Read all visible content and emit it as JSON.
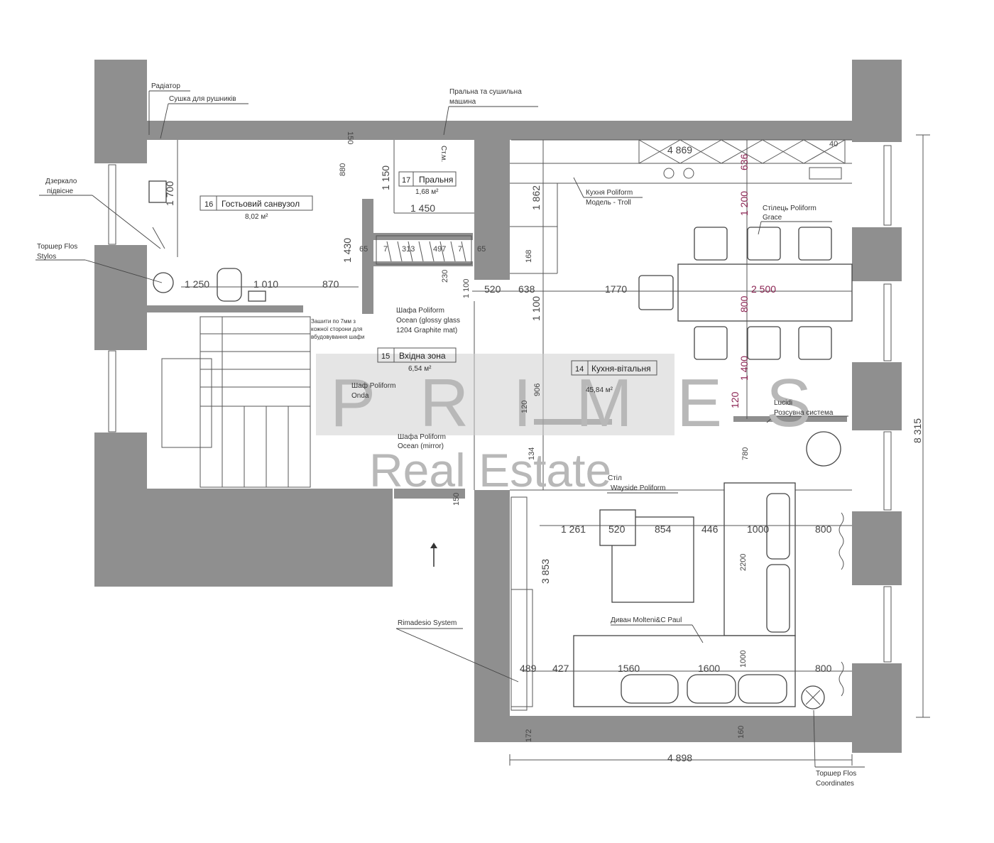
{
  "watermark": {
    "brand": "PRIMES",
    "sub": "Real Estate"
  },
  "callouts": {
    "radiator": "Радіатор",
    "towel_dryer": "Сушка для рушників",
    "washer_l1": "Пральна та сушильна",
    "washer_l2": "машина",
    "mirror_l1": "Дзеркало",
    "mirror_l2": "підвісне",
    "floorlamp1_l1": "Торшер Flos",
    "floorlamp1_l2": "Stylos",
    "kitchen_l1": "Кухня Poliform",
    "kitchen_l2": "Модель - Troll",
    "chairs_l1": "Стілець Poliform",
    "chairs_l2": "Grace",
    "wardrobe_l1": "Шафа Poliform",
    "wardrobe_l2": "Ocean (glossy glass",
    "wardrobe_l3": "1204 Graphite mat)",
    "note_l1": "Зашити по 7мм з",
    "note_l2": "кожної сторони для",
    "note_l3": "вбудовування шафи",
    "shelf_l1": "Шаф Poliform",
    "shelf_l2": "Onda",
    "wardrobe2_l1": "Шафа Poliform",
    "wardrobe2_l2": "Ocean (mirror)",
    "sliding_l1": "Lucidi",
    "sliding_l2": "Розсувна система",
    "sideboard_l1": "Стіл",
    "sideboard_l2": "Wayside Poliform",
    "rimadesio": "Rimadesio System",
    "sofa": "Диван Molteni&C Paul",
    "floorlamp2_l1": "Торшер Flos",
    "floorlamp2_l2": "Coordinates"
  },
  "rooms": {
    "r16_num": "16",
    "r16_name": "Гостьовий санвузол",
    "r16_area": "8,02 м²",
    "r17_num": "17",
    "r17_name": "Пральня",
    "r17_area": "1,68 м²",
    "r15_num": "15",
    "r15_name": "Вхідна зона",
    "r15_area": "6,54 м²",
    "r14_num": "14",
    "r14_name": "Кухня-вітальня",
    "r14_area": "45,84 м²",
    "wc": "Ст.м."
  },
  "dimensions": {
    "d4869": "4 869",
    "d40": "40",
    "d636": "636",
    "d1200": "1 200",
    "d8315": "8 315",
    "d150a": "150",
    "d880": "880",
    "d1150": "1 150",
    "d1450": "1 450",
    "d1700": "1 700",
    "d1862": "1 862",
    "d168": "168",
    "d1430": "1 430",
    "d65a": "65",
    "d7": "7",
    "d313": "313",
    "d497": "497",
    "d7b": "7",
    "d65b": "65",
    "d1250": "1 250",
    "d1010": "1 010",
    "d870": "870",
    "d230": "230",
    "d1100a": "1 100",
    "d520a": "520",
    "d638": "638",
    "d1770": "1770",
    "d2500": "2 500",
    "d1100b": "1 100",
    "d800": "800",
    "d1400": "1 400",
    "d120": "120",
    "d780": "780",
    "d906": "906",
    "d120b": "120",
    "d134": "134",
    "d150b": "150",
    "d1261": "1 261",
    "d520b": "520",
    "d854": "854",
    "d446": "446",
    "d1000a": "1000",
    "d800b": "800",
    "d2200": "2200",
    "d3853": "3 853",
    "d489": "489",
    "d427": "427",
    "d1560": "1560",
    "d1600": "1600",
    "d1000b": "1000",
    "d800c": "800",
    "d172": "172",
    "d160": "160",
    "d4898": "4 898"
  }
}
